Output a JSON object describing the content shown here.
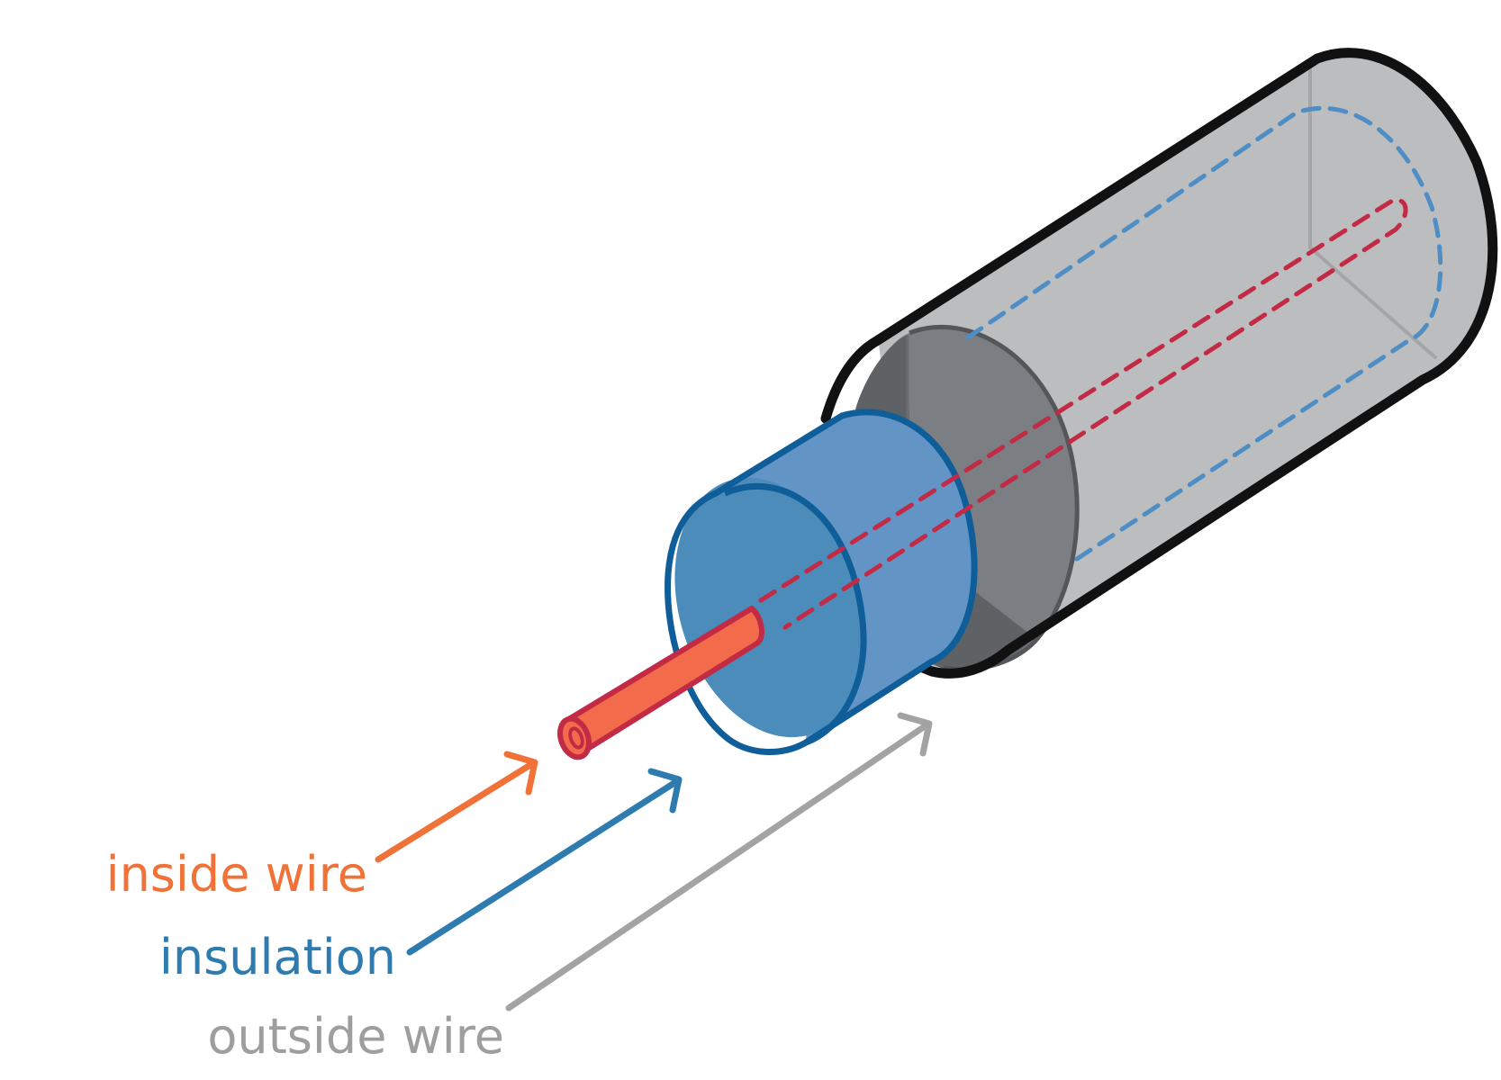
{
  "labels": {
    "inside_wire": "inside wire",
    "insulation": "insulation",
    "outside_wire": "outside wire"
  },
  "colors": {
    "inside_wire": "#f07238",
    "insulation": "#2e7bb0",
    "outside_wire": "#9e9e9e",
    "outer_outline": "#111111",
    "core_outline": "#c22a45"
  }
}
